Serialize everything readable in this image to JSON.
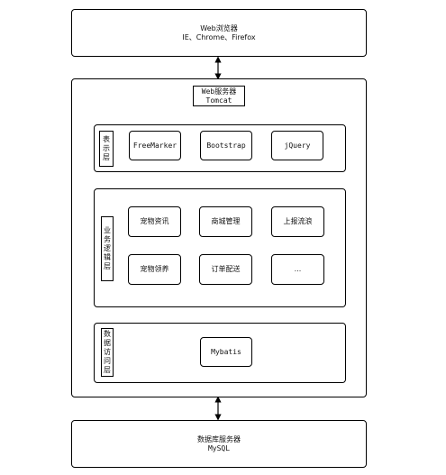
{
  "browser": {
    "title": "Web浏览器",
    "subtitle": "IE、Chrome、Firefox"
  },
  "web_server": {
    "title": "Web服务器",
    "subtitle": "Tomcat"
  },
  "presentation_layer": {
    "label": "表示层",
    "items": [
      "FreeMarker",
      "Bootstrap",
      "jQuery"
    ]
  },
  "business_layer": {
    "label": "业务逻辑层",
    "items": [
      "宠物资讯",
      "商城管理",
      "上报流浪",
      "宠物领养",
      "订单配送",
      "..."
    ]
  },
  "data_access_layer": {
    "label": "数据访问层",
    "items": [
      "Mybatis"
    ]
  },
  "database_server": {
    "title": "数据库服务器",
    "subtitle": "MySQL"
  }
}
